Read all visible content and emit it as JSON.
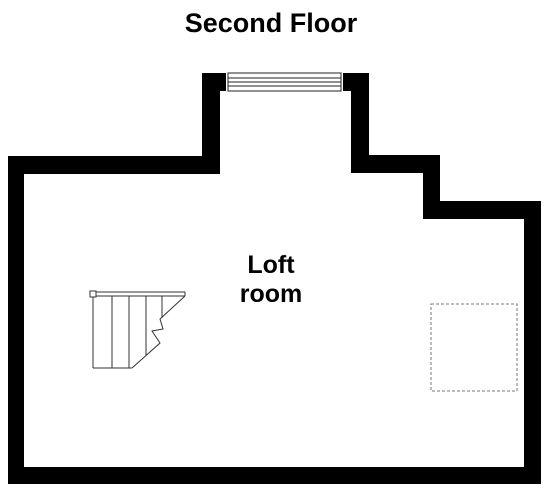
{
  "plan": {
    "title": "Second Floor",
    "room": {
      "name_line1": "Loft",
      "name_line2": "room"
    },
    "colors": {
      "wall": "#000000",
      "background": "#ffffff",
      "fixture_line": "#333333",
      "hatch_dashed": "#777777"
    },
    "icons": {
      "window": "window-icon",
      "staircase": "staircase-icon",
      "loft_hatch": "loft-hatch-icon"
    }
  }
}
